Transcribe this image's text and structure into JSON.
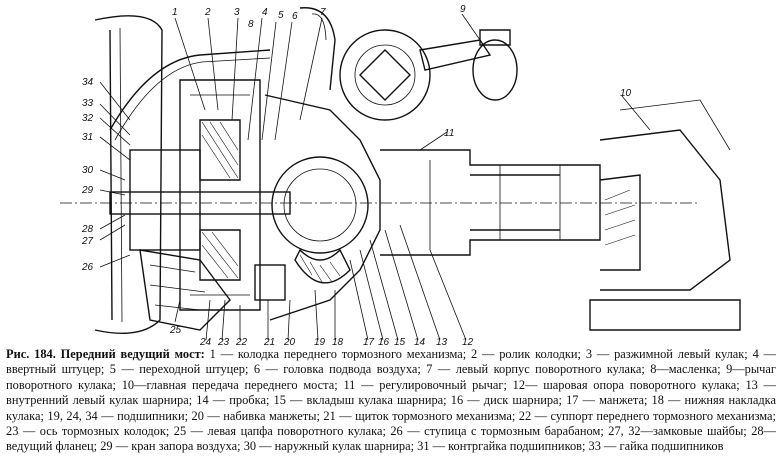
{
  "callouts": {
    "n1": "1",
    "n2": "2",
    "n3": "3",
    "n4": "4",
    "n5": "5",
    "n6": "6",
    "n7": "7",
    "n8": "8",
    "n9": "9",
    "n10": "10",
    "n11": "11",
    "n12": "12",
    "n13": "13",
    "n14": "14",
    "n15": "15",
    "n16": "16",
    "n17": "17",
    "n18": "18",
    "n19": "19",
    "n20": "20",
    "n21": "21",
    "n22": "22",
    "n23": "23",
    "n24": "24",
    "n25": "25",
    "n26": "26",
    "n27": "27",
    "n28": "28",
    "n29": "29",
    "n30": "30",
    "n31": "31",
    "n32": "32",
    "n33": "33",
    "n34": "34"
  },
  "caption": {
    "title": "Рис. 184. Передний ведущий мост:",
    "text": " 1 — колодка переднего тормозного механизма; 2 — ролик колодки; 3 — разжимной левый кулак; 4 — ввертный штуцер; 5 — переходной штуцер; 6 — головка подвода воздуха; 7 — левый корпус поворотного кулака; 8—масленка; 9—рычаг поворотного кулака; 10—главная передача переднего моста; 11 — регулировочный рычаг; 12— шаровая опора поворотного кулака; 13 — внутренний левый кулак шарнира; 14 — пробка; 15 — вкладыш кулака шарнира; 16 — диск шарнира; 17 — манжета; 18 — нижняя накладка кулака; 19, 24, 34 — подшипники; 20 — набивка манжеты; 21 — щиток тормозного механизма; 22 — суппорт переднего тормозного механизма; 23 — ось тормозных колодок; 25 — левая цапфа поворотного кулака; 26 — ступица с тормозным барабаном; 27, 32—замковые шайбы; 28—ведущий фланец; 29 — кран запора воздуха; 30 — наружный кулак шарнира; 31 — контргайка подшипников; 33 — гайка подшипников"
  }
}
